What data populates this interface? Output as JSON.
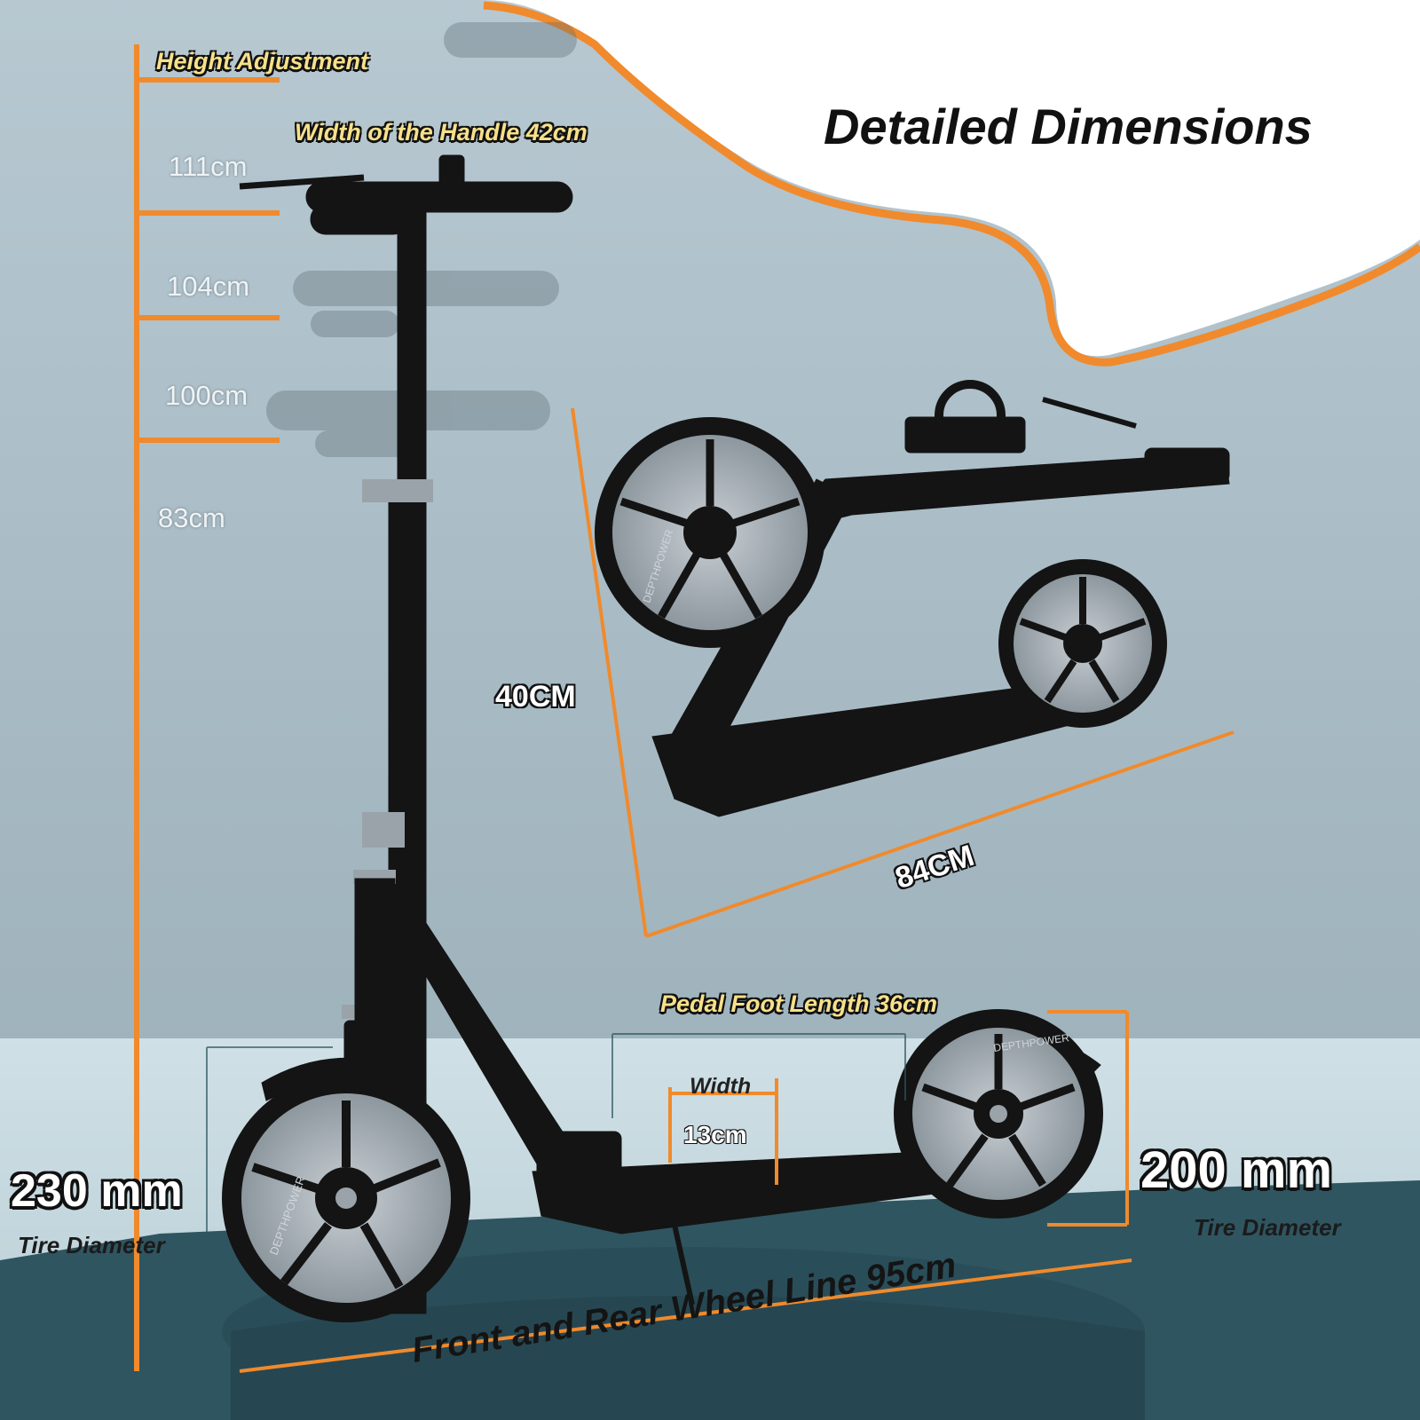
{
  "title": "Detailed Dimensions",
  "height_adjustment": {
    "label": "Height Adjustment",
    "marks": [
      "111cm",
      "104cm",
      "100cm",
      "83cm"
    ]
  },
  "handle_width": "Width of the Handle 42cm",
  "folded": {
    "height": "40CM",
    "length": "84CM"
  },
  "pedal": {
    "length_label": "Pedal Foot Length 36cm",
    "width_label": "Width",
    "width_value": "13cm"
  },
  "front_tire": {
    "size": "230 mm",
    "caption": "Tire Diameter"
  },
  "rear_tire": {
    "size": "200 mm",
    "caption": "Tire Diameter"
  },
  "wheel_line": "Front and Rear Wheel Line 95cm",
  "brand_marks": [
    "DEPTHPOWER",
    "DEPTHPOWER",
    "DEPTHPOWER"
  ],
  "colors": {
    "accent": "#f08a2c",
    "wall": "#a9bcc6",
    "floor": "#2f5560",
    "frame": "#141414",
    "wheel": "#9aa3aa"
  }
}
